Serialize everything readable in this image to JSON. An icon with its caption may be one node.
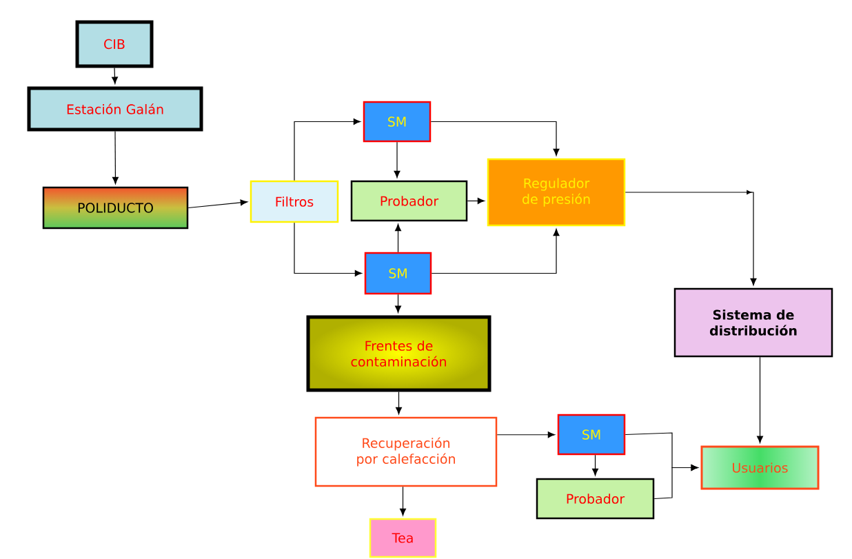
{
  "diagram": {
    "nodes": [
      {
        "text": [
          "CIB"
        ]
      },
      {
        "text": [
          "Estación Galán"
        ]
      },
      {
        "text": [
          "POLIDUCTO"
        ]
      },
      {
        "text": [
          "Filtros"
        ]
      },
      {
        "text": [
          "SM"
        ]
      },
      {
        "text": [
          "Probador"
        ]
      },
      {
        "text": [
          "Regulador de presión"
        ]
      },
      {
        "text": [
          "SM"
        ]
      },
      {
        "text": [
          "Sistema de distribución"
        ]
      },
      {
        "text": [
          "Frentes de contaminación"
        ]
      },
      {
        "text": [
          "Recuperación por calefacción"
        ]
      },
      {
        "text": [
          "SM"
        ]
      },
      {
        "text": [
          "Usuarios"
        ]
      },
      {
        "text": [
          "Probador"
        ]
      },
      {
        "text": [
          "Tea"
        ]
      }
    ],
    "edges": [
      {
        "from": 0,
        "to": 1,
        "arrow": "to"
      },
      {
        "from": 1,
        "to": 2,
        "arrow": "to"
      },
      {
        "from": 2,
        "to": 3,
        "arrow": "to"
      },
      {
        "from": 3,
        "to": 4,
        "arrow": "to"
      },
      {
        "from": 3,
        "to": 7,
        "arrow": "to"
      },
      {
        "from": 4,
        "to": 5,
        "arrow": "to"
      },
      {
        "from": 4,
        "to": 6,
        "arrow": "to"
      },
      {
        "from": 5,
        "to": 6,
        "arrow": "to"
      },
      {
        "from": 7,
        "to": 5,
        "arrow": "to"
      },
      {
        "from": 7,
        "to": 6,
        "arrow": "to"
      },
      {
        "from": 6,
        "to": 8,
        "arrow": "to"
      },
      {
        "from": 7,
        "to": 9,
        "arrow": "to"
      },
      {
        "from": 9,
        "to": 10,
        "arrow": "to"
      },
      {
        "from": 10,
        "to": 11,
        "arrow": "to"
      },
      {
        "from": 10,
        "to": 14,
        "arrow": "to"
      },
      {
        "from": 11,
        "to": 13,
        "arrow": "to"
      },
      {
        "from": 11,
        "to": 12,
        "arrow": "to"
      },
      {
        "from": 13,
        "to": 12,
        "arrow": "to"
      },
      {
        "from": 8,
        "to": 12,
        "arrow": "to"
      }
    ]
  }
}
